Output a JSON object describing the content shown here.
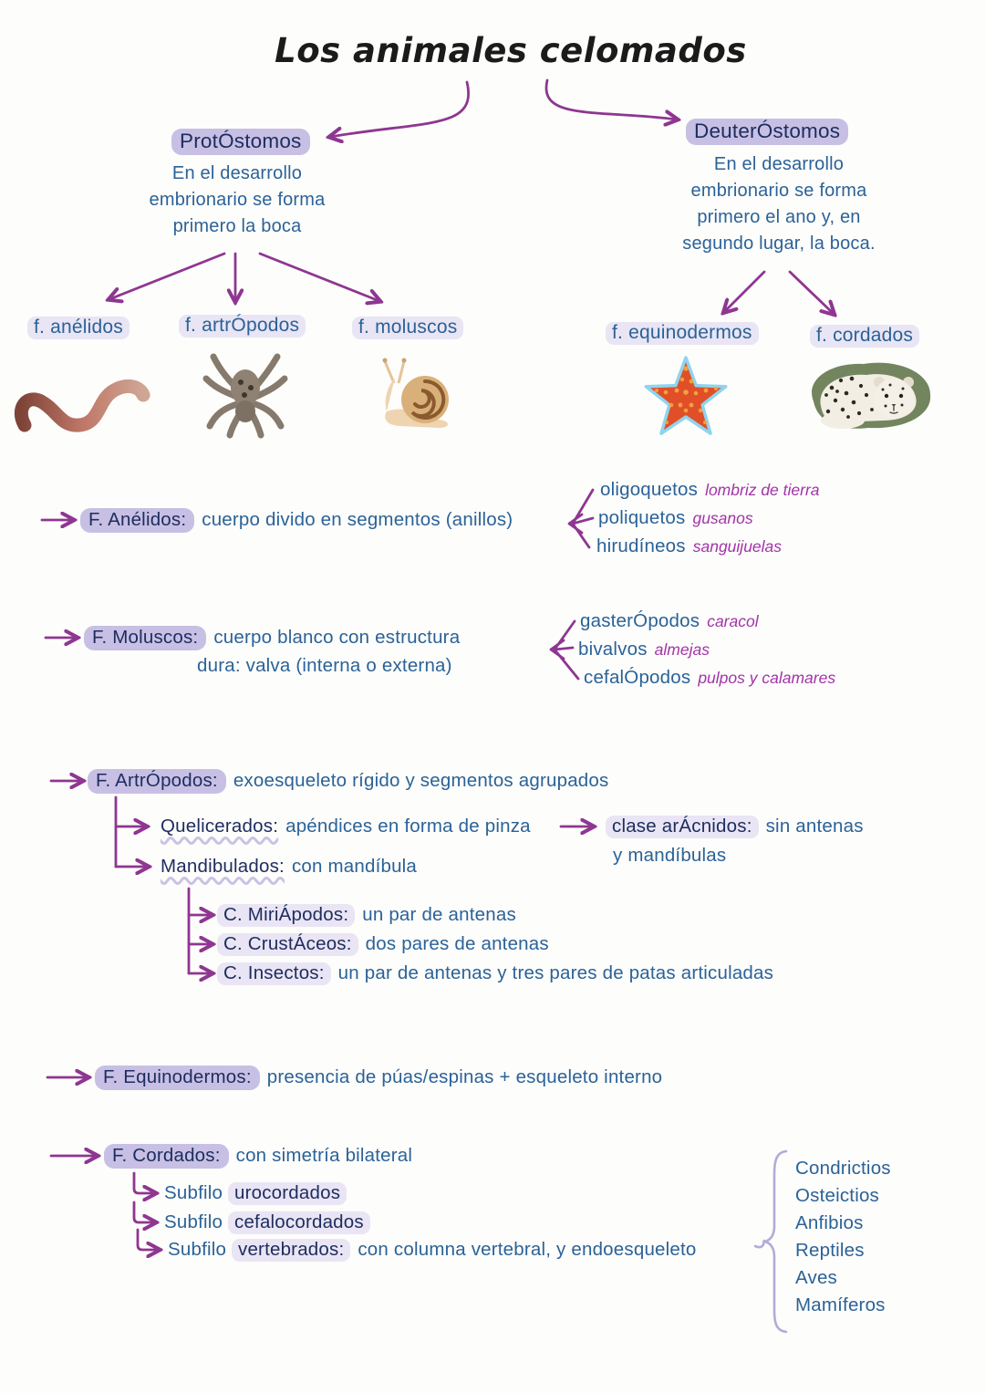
{
  "title": "Los animales celomados",
  "colors": {
    "ink_navy": "#1e2c5e",
    "ink_blue": "#2b6298",
    "arrow_purple": "#8e3691",
    "note_purple": "#a233a8",
    "highlight_strong": "#c7c0e4",
    "highlight_light": "#e9e5f4",
    "brace_lavender": "#b4abd6",
    "title_black": "#1b1b1b"
  },
  "branches": {
    "protostomos": {
      "label": "ProtÓstomos",
      "description_lines": [
        "En el desarrollo",
        "embrionario se forma",
        "primero la boca"
      ],
      "families": [
        "f. anélidos",
        "f. artrÓpodos",
        "f. moluscos"
      ],
      "images": [
        "earthworm",
        "spider",
        "snail"
      ]
    },
    "deuterostomos": {
      "label": "DeuterÓstomos",
      "description_lines": [
        "En el desarrollo",
        "embrionario se forma",
        "primero el ano y, en",
        "segundo lugar, la boca."
      ],
      "families": [
        "f. equinodermos",
        "f. cordados"
      ],
      "images": [
        "starfish",
        "leopard"
      ]
    }
  },
  "sections": {
    "anelidos": {
      "label": "F. Anélidos:",
      "text": "cuerpo divido en segmentos (anillos)",
      "types": [
        {
          "name": "oligoquetos",
          "note": "lombriz de tierra"
        },
        {
          "name": "poliquetos",
          "note": "gusanos"
        },
        {
          "name": "hirudíneos",
          "note": "sanguijuelas"
        }
      ]
    },
    "moluscos": {
      "label": "F. Moluscos:",
      "text_lines": [
        "cuerpo blanco con estructura",
        "dura: valva (interna o externa)"
      ],
      "types": [
        {
          "name": "gasterÓpodos",
          "note": "caracol"
        },
        {
          "name": "bivalvos",
          "note": "almejas"
        },
        {
          "name": "cefalÓpodos",
          "note": "pulpos y calamares"
        }
      ]
    },
    "artropodos": {
      "label": "F. ArtrÓpodos:",
      "text": "exoesqueleto rígido y segmentos agrupados",
      "quelicerados": {
        "label": "Quelicerados:",
        "text": "apéndices en forma de pinza"
      },
      "aracnidos": {
        "label": "clase arÁcnidos:",
        "text_lines": [
          "sin antenas",
          "y mandíbulas"
        ]
      },
      "mandibulados": {
        "label": "Mandibulados:",
        "text": "con mandíbula"
      },
      "classes": [
        {
          "label": "C. MiriÁpodos:",
          "text": "un par de antenas"
        },
        {
          "label": "C. CrustÁceos:",
          "text": "dos pares de antenas"
        },
        {
          "label": "C. Insectos:",
          "text": "un par de antenas y tres pares de patas articuladas"
        }
      ]
    },
    "equinodermos": {
      "label": "F. Equinodermos:",
      "text": "presencia de púas/espinas + esqueleto interno"
    },
    "cordados": {
      "label": "F. Cordados:",
      "text": "con simetría bilateral",
      "subfilo_prefix": "Subfilo",
      "subfilos": [
        {
          "name": "urocordados",
          "text": ""
        },
        {
          "name": "cefalocordados",
          "text": ""
        },
        {
          "name": "vertebrados:",
          "text": "con columna vertebral, y endoesqueleto"
        }
      ],
      "vertebrate_classes": [
        "Condrictios",
        "Osteictios",
        "Anfibios",
        "Reptiles",
        "Aves",
        "Mamíferos"
      ]
    }
  }
}
